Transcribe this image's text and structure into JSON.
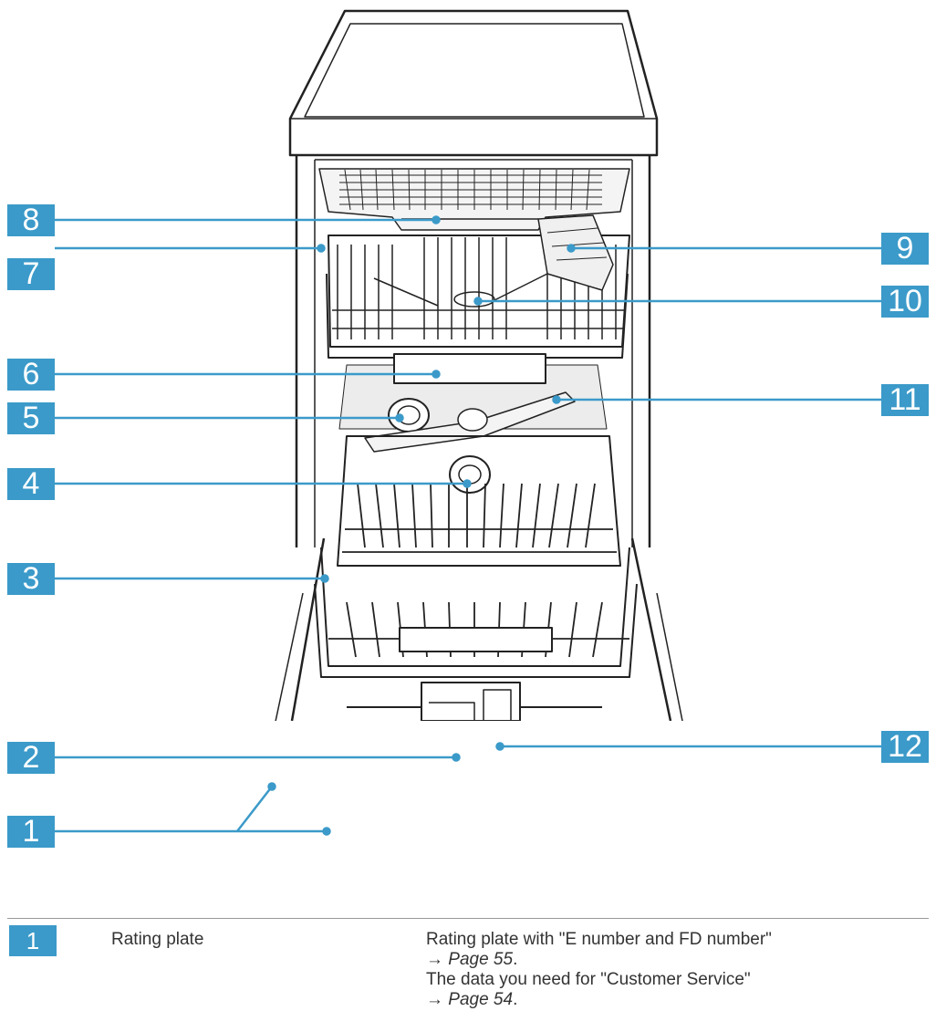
{
  "callouts": [
    {
      "num": "8"
    },
    {
      "num": "7"
    },
    {
      "num": "6"
    },
    {
      "num": "5"
    },
    {
      "num": "4"
    },
    {
      "num": "3"
    },
    {
      "num": "2"
    },
    {
      "num": "1"
    },
    {
      "num": "9"
    },
    {
      "num": "10"
    },
    {
      "num": "11"
    },
    {
      "num": "12"
    }
  ],
  "table": {
    "rows": [
      {
        "num": "1",
        "name": "Rating plate",
        "desc_line1": "Rating plate with \"E number and FD number\"",
        "arrow1": "→",
        "link1": "Page 55",
        "after1": ".",
        "desc_line3": "The data you need for \"Customer Service\"",
        "arrow2": "→",
        "link2": "Page 54",
        "after2": "."
      }
    ]
  },
  "colors": {
    "accent": "#3b9ac9",
    "line": "#222222"
  }
}
